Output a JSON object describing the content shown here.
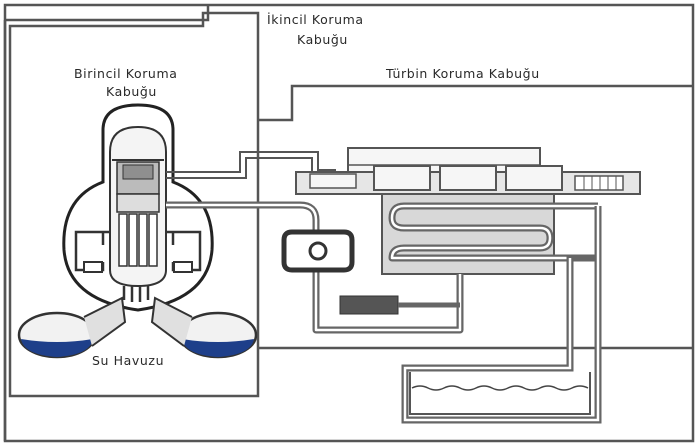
{
  "labels": {
    "secondary_containment_line1": "İkincil Koruma",
    "secondary_containment_line2": "Kabuğu",
    "primary_containment_line1": "Birincil Koruma",
    "primary_containment_line2": "Kabuğu",
    "turbine_containment": "Türbin Koruma Kabuğu",
    "water_pool": "Su Havuzu"
  },
  "colors": {
    "line": "#555555",
    "pipe": "#666666",
    "dark_fill": "#5a5a5a",
    "pool_water": "#1e3f8a",
    "shell_fill": "#eeeeee"
  }
}
